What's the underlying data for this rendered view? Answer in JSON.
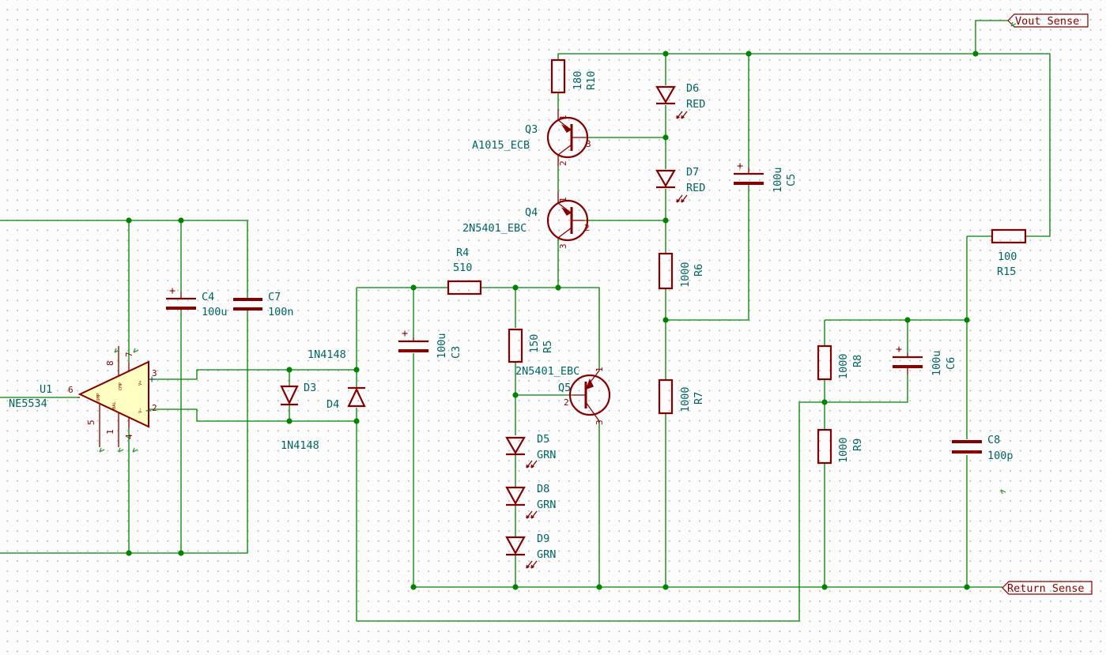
{
  "components": {
    "U1": {
      "ref": "U1",
      "value": "NE5534",
      "pins": {
        "in_plus": "3",
        "in_minus": "2",
        "out": "6",
        "vplus": "7",
        "vminus": "4",
        "p8": "8",
        "p5": "5",
        "p1": "1"
      },
      "in_plus_label": "+",
      "in_minus_label": "−",
      "vplus_label": "V+",
      "vminus_label": "V−",
      "comp_label": "COMP",
      "bal_label": "BAL",
      "cmp_label": "CMP"
    },
    "C4": {
      "ref": "C4",
      "value": "100u"
    },
    "C7": {
      "ref": "C7",
      "value": "100n"
    },
    "D3": {
      "ref": "D3",
      "value": "1N4148"
    },
    "D4": {
      "ref": "D4",
      "value": "1N4148"
    },
    "C3": {
      "ref": "C3",
      "value": "100u"
    },
    "R4": {
      "ref": "R4",
      "value": "510"
    },
    "R5": {
      "ref": "R5",
      "value": "150"
    },
    "Q5": {
      "ref": "Q5",
      "value": "2N5401_EBC",
      "pins": {
        "p1": "1",
        "p2": "2",
        "p3": "3"
      }
    },
    "D5": {
      "ref": "D5",
      "value": "GRN"
    },
    "D8": {
      "ref": "D8",
      "value": "GRN"
    },
    "D9": {
      "ref": "D9",
      "value": "GRN"
    },
    "R10": {
      "ref": "R10",
      "value": "180"
    },
    "Q3": {
      "ref": "Q3",
      "value": "A1015_ECB",
      "pins": {
        "p1": "1",
        "p2": "2",
        "p3": "3"
      }
    },
    "Q4": {
      "ref": "Q4",
      "value": "2N5401_EBC",
      "pins": {
        "p1": "1",
        "p2": "2",
        "p3": "3"
      }
    },
    "D6": {
      "ref": "D6",
      "value": "RED"
    },
    "D7": {
      "ref": "D7",
      "value": "RED"
    },
    "R6": {
      "ref": "R6",
      "value": "1000"
    },
    "R7": {
      "ref": "R7",
      "value": "1000"
    },
    "C5": {
      "ref": "C5",
      "value": "100u"
    },
    "R8": {
      "ref": "R8",
      "value": "1000"
    },
    "R9": {
      "ref": "R9",
      "value": "1000"
    },
    "C6": {
      "ref": "C6",
      "value": "100u"
    },
    "C8": {
      "ref": "C8",
      "value": "100p"
    },
    "R15": {
      "ref": "R15",
      "value": "100"
    }
  },
  "labels": {
    "vout_sense": "Vout_Sense",
    "return_sense": "Return_Sense"
  },
  "polarity_mark": "+",
  "colors": {
    "wire": "#008400",
    "symbol": "#840000",
    "reference_text": "#006464",
    "opamp_fill": "#ffffc2",
    "background": "#fcfcfc"
  }
}
